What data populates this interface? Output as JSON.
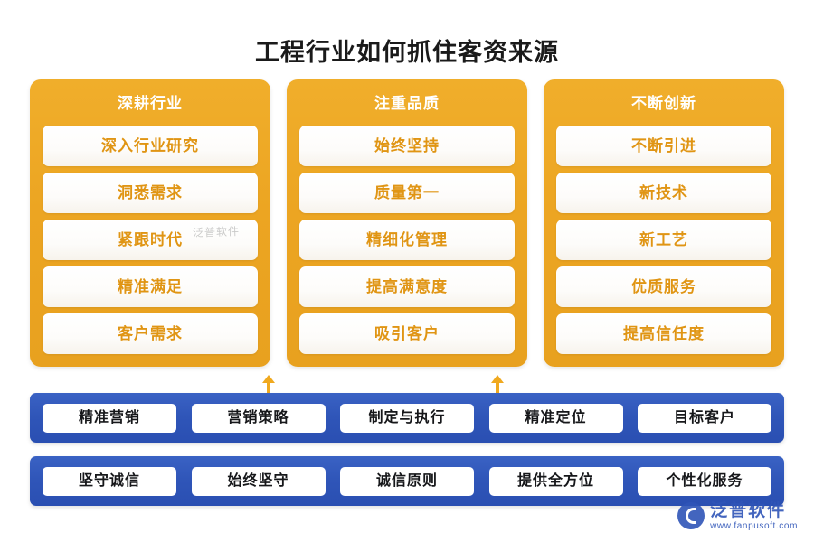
{
  "title": "工程行业如何抓住客资来源",
  "columns": [
    {
      "header": "深耕行业",
      "items": [
        "深入行业研究",
        "洞悉需求",
        "紧跟时代",
        "精准满足",
        "客户需求"
      ]
    },
    {
      "header": "注重品质",
      "items": [
        "始终坚持",
        "质量第一",
        "精细化管理",
        "提高满意度",
        "吸引客户"
      ]
    },
    {
      "header": "不断创新",
      "items": [
        "不断引进",
        "新技术",
        "新工艺",
        "优质服务",
        "提高信任度"
      ]
    }
  ],
  "bars": [
    {
      "name": "marketing-bar",
      "chips": [
        "精准营销",
        "营销策略",
        "制定与执行",
        "精准定位",
        "目标客户"
      ]
    },
    {
      "name": "integrity-bar",
      "chips": [
        "坚守诚信",
        "始终坚守",
        "诚信原则",
        "提供全方位",
        "个性化服务"
      ]
    }
  ],
  "watermark": {
    "center": "泛普软件",
    "logo_name": "泛普软件",
    "logo_url": "www.fanpusoft.com"
  },
  "colors": {
    "orange": "#eca522",
    "orange_text": "#e09514",
    "blue": "#2f55b8",
    "title_text": "#1a1a1a"
  }
}
